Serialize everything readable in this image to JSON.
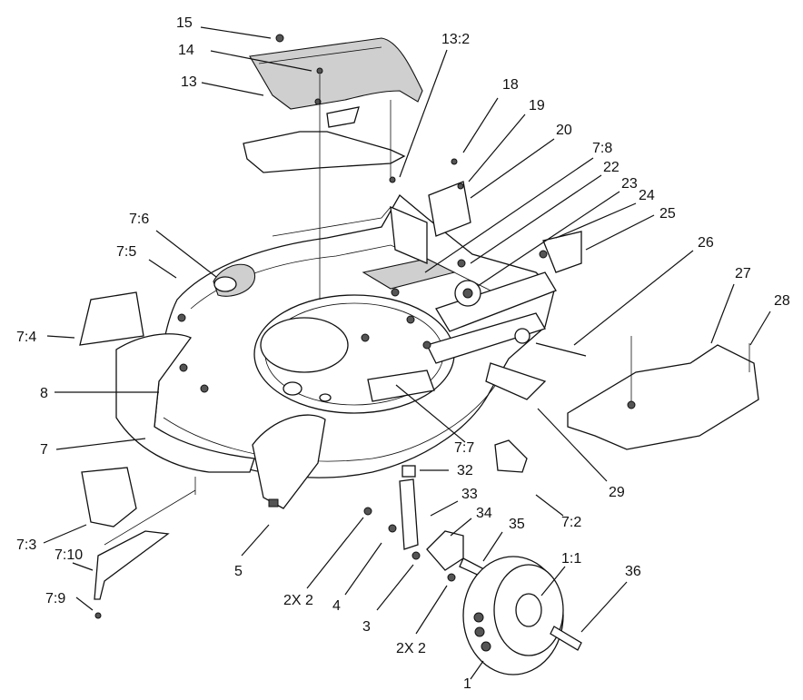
{
  "labels": {
    "l15": "15",
    "l14": "14",
    "l13": "13",
    "l13_2": "13:2",
    "l18": "18",
    "l19": "19",
    "l20": "20",
    "l7_8": "7:8",
    "l22": "22",
    "l23": "23",
    "l24": "24",
    "l25": "25",
    "l26": "26",
    "l27": "27",
    "l28": "28",
    "l7_6": "7:6",
    "l7_5": "7:5",
    "l7_4": "7:4",
    "l8": "8",
    "l7": "7",
    "l7_3": "7:3",
    "l7_10": "7:10",
    "l7_9": "7:9",
    "l5": "5",
    "l2x2a": "2X 2",
    "l4": "4",
    "l3": "3",
    "l2x2b": "2X 2",
    "l1": "1",
    "l36": "36",
    "l1_1": "1:1",
    "l35": "35",
    "l34": "34",
    "l33": "33",
    "l32": "32",
    "l7_7": "7:7",
    "l7_2": "7:2",
    "l29": "29"
  }
}
